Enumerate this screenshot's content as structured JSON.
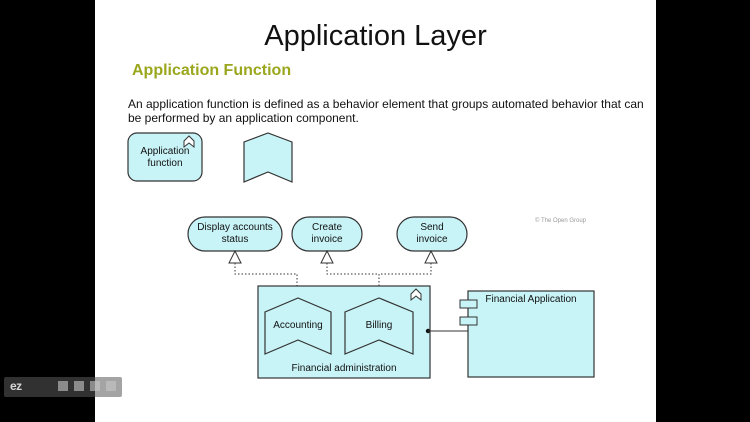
{
  "slide": {
    "title": "Application Layer",
    "subtitle": "Application Function",
    "description": "An application function is defined as a behavior element that groups automated behavior that can be performed by an application component.",
    "copyright": "© The Open Group"
  },
  "legend": {
    "function_box_label": "Application\nfunction"
  },
  "services": [
    {
      "label": "Display accounts\nstatus"
    },
    {
      "label": "Create\ninvoice"
    },
    {
      "label": "Send\ninvoice"
    }
  ],
  "functions": [
    {
      "label": "Accounting"
    },
    {
      "label": "Billing"
    }
  ],
  "containers": {
    "financial_administration": "Financial administration",
    "financial_application": "Financial Application"
  },
  "watermark": {
    "logo": "ez"
  },
  "colors": {
    "element_fill": "#c9f4f7",
    "element_stroke": "#333333",
    "subtitle": "#9aa71d",
    "background": "#000000"
  }
}
